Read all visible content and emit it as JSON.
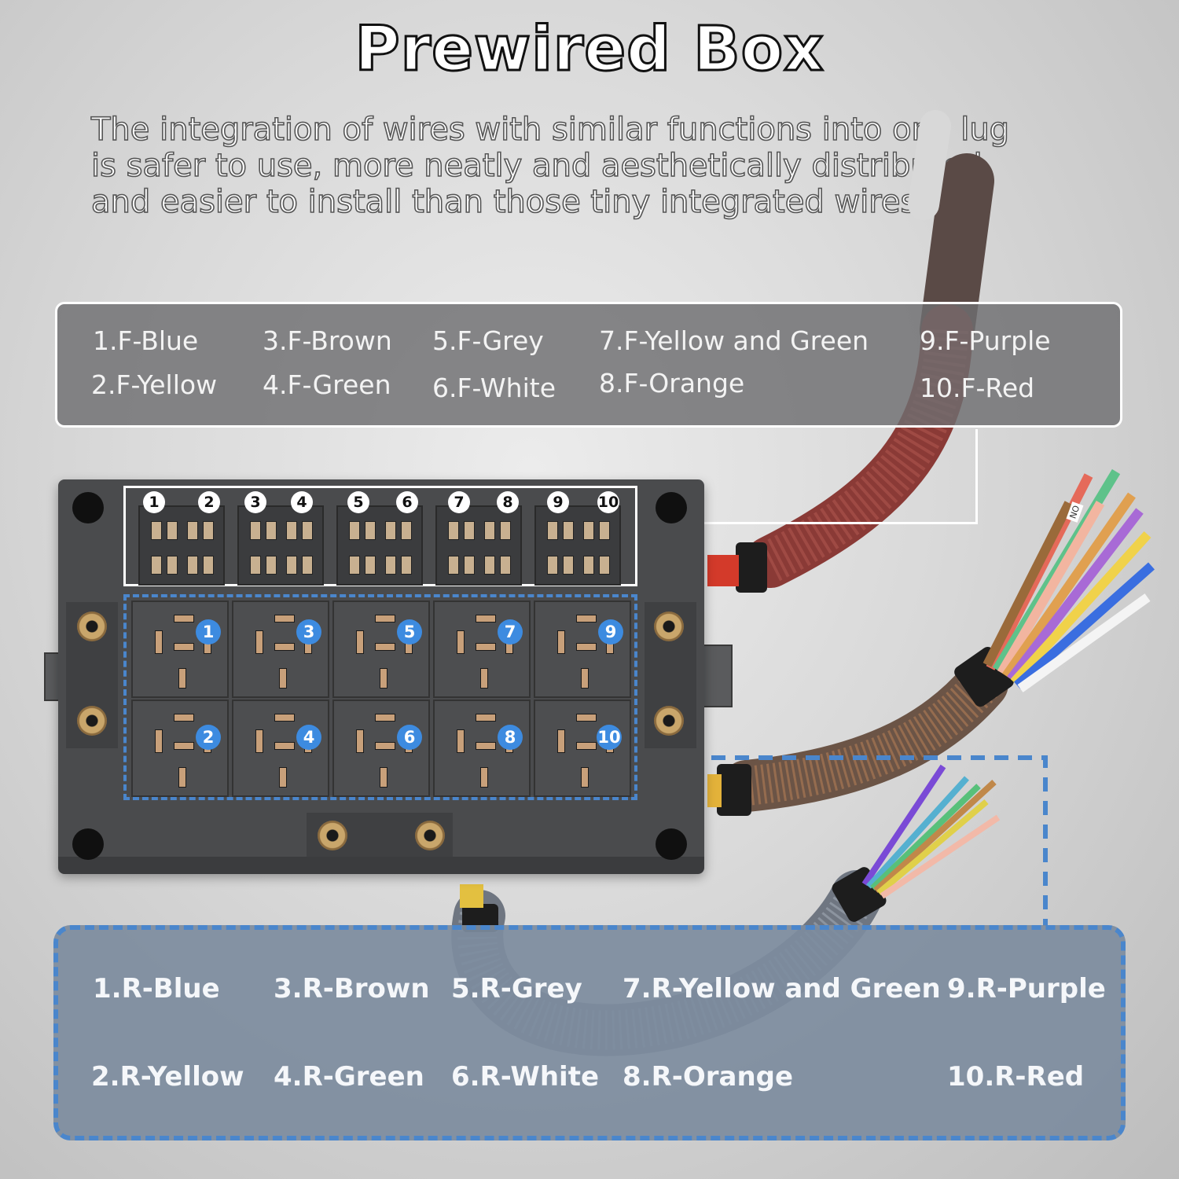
{
  "title": "Prewired Box",
  "intro_lines": [
    "The integration of wires with similar functions into one lug",
    "is safer to use, more neatly and aesthetically distributed,",
    "and easier to install than those tiny integrated wires."
  ],
  "front_labels": [
    "1.F-Blue",
    "2.F-Yellow",
    "3.F-Brown",
    "4.F-Green",
    "5.F-Grey",
    "6.F-White",
    "7.F-Yellow and Green",
    "8.F-Orange",
    "9.F-Purple",
    "10.F-Red"
  ],
  "rear_labels": [
    "1.R-Blue",
    "2.R-Yellow",
    "3.R-Brown",
    "4.R-Green",
    "5.R-Grey",
    "6.R-White",
    "7.R-Yellow and Green",
    "8.R-Orange",
    "9.R-Purple",
    "10.R-Red"
  ],
  "fuse_numbers": [
    "1",
    "2",
    "3",
    "4",
    "5",
    "6",
    "7",
    "8",
    "9",
    "10"
  ],
  "relay_numbers": [
    "1",
    "2",
    "3",
    "4",
    "5",
    "6",
    "7",
    "8",
    "9",
    "10"
  ],
  "wire_tag": "NO",
  "colors": {
    "accent_blue": "#3d8be0",
    "dashed_blue": "#4a86cc",
    "box_body": "#4a4b4d",
    "front_panel": "#6e6e70",
    "rear_panel": "#7d8c9e",
    "red_sleeve": "#8a3a36",
    "orange_sleeve": "#8a5a3a",
    "grey_sleeve": "#7e8590"
  }
}
